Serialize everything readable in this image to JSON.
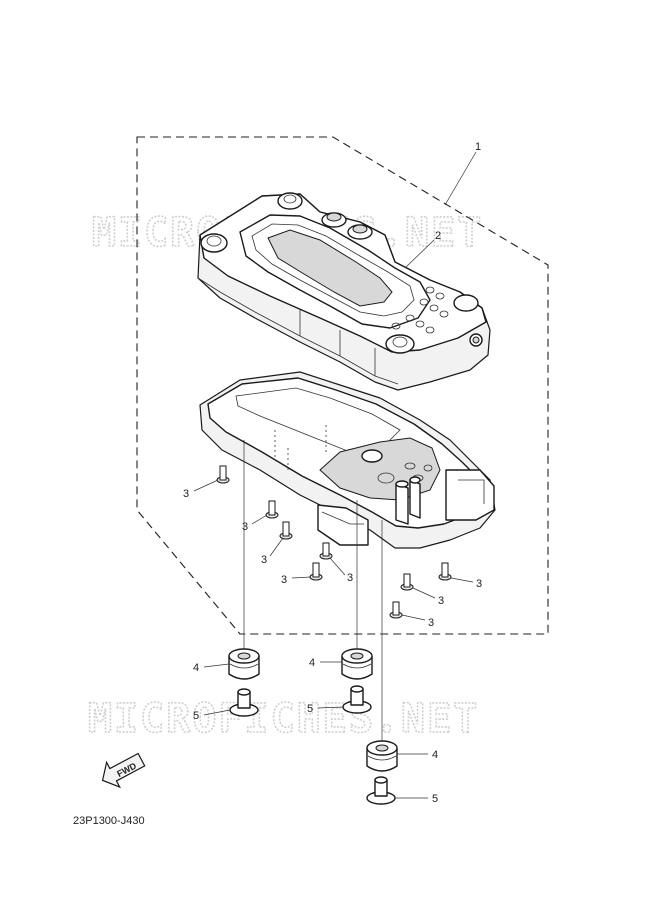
{
  "watermark": "MICROFICHES.NET",
  "drawing_code": "23P1300-J430",
  "fwd_label": "FWD",
  "callouts": {
    "c1": "1",
    "c2": "2",
    "c3": "3",
    "c4": "4",
    "c5": "5"
  }
}
